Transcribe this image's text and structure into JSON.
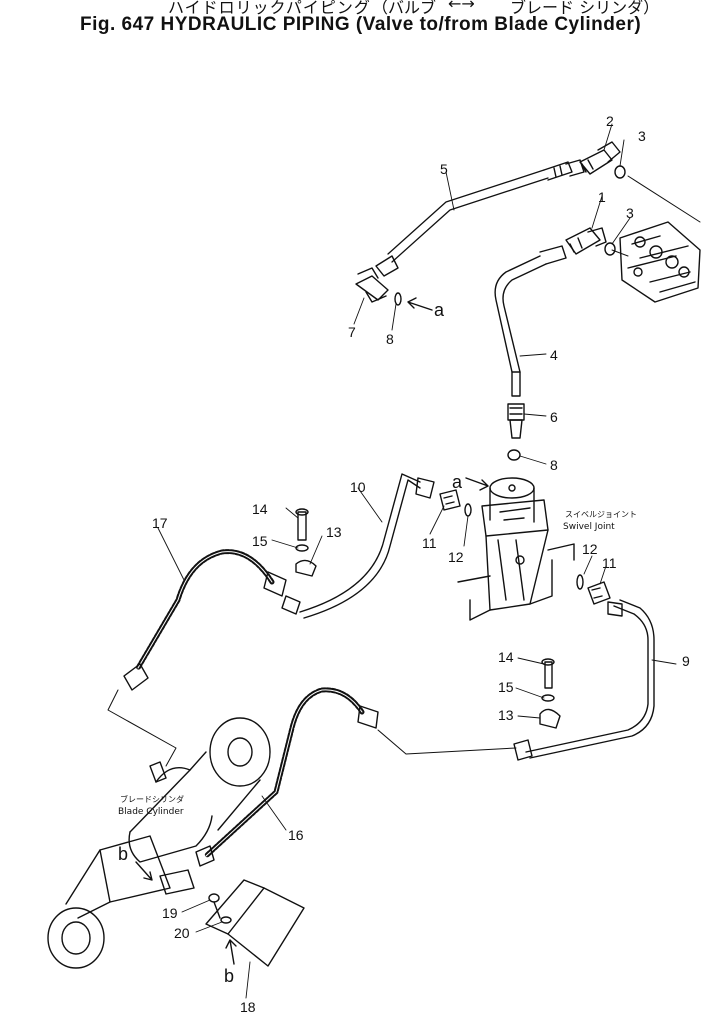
{
  "header": {
    "jp_title": "ハイドロリックパイピング",
    "jp_valve": "（バルブ",
    "jp_arrow": "←→",
    "jp_cyl": "ブレード シリンダ）",
    "en_title": "Fig. 647 HYDRAULIC PIPING (Valve to/from Blade Cylinder)"
  },
  "labels": {
    "swivel_jp": "スイベルジョイント",
    "swivel_en": "Swivel Joint",
    "blade_jp": "ブレードシリンダ",
    "blade_en": "Blade Cylinder",
    "ref_a": "a",
    "ref_b": "b"
  },
  "callouts": {
    "p1": "1",
    "p2": "2",
    "p3": "3",
    "p3b": "3",
    "p4": "4",
    "p5": "5",
    "p6": "6",
    "p7": "7",
    "p8": "8",
    "p8b": "8",
    "p9": "9",
    "p10": "10",
    "p11": "11",
    "p11b": "11",
    "p12": "12",
    "p12b": "12",
    "p13": "13",
    "p13b": "13",
    "p14": "14",
    "p14b": "14",
    "p15": "15",
    "p15b": "15",
    "p16": "16",
    "p17": "17",
    "p18": "18",
    "p19": "19",
    "p20": "20"
  }
}
